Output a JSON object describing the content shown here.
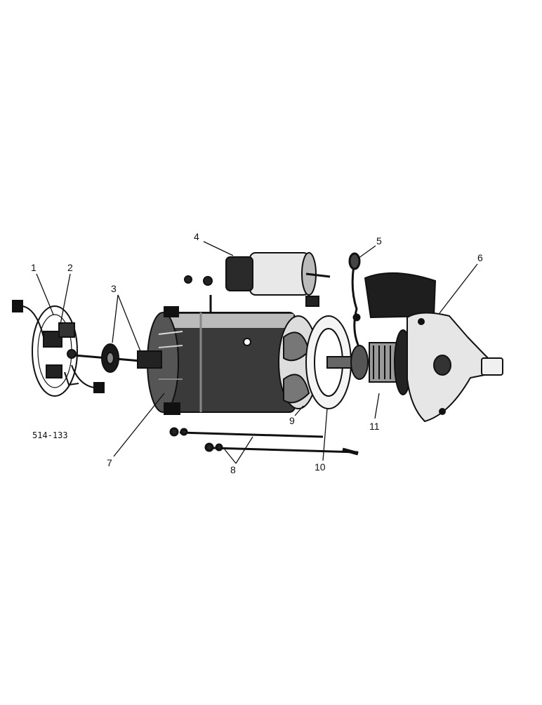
{
  "figure": {
    "code": "514-133",
    "ink_color": "#111111",
    "paper_color": "#ffffff"
  },
  "callouts": [
    {
      "label": "1",
      "part": "brush-plate"
    },
    {
      "label": "2",
      "part": "brush"
    },
    {
      "label": "3",
      "part": "commutator-end-bearing"
    },
    {
      "label": "4",
      "part": "solenoid-switch"
    },
    {
      "label": "5",
      "part": "shift-lever"
    },
    {
      "label": "6",
      "part": "drive-housing"
    },
    {
      "label": "7",
      "part": "armature-field-frame"
    },
    {
      "label": "8",
      "part": "through-bolts"
    },
    {
      "label": "9",
      "part": "field-coils"
    },
    {
      "label": "10",
      "part": "center-bearing-plate"
    },
    {
      "label": "11",
      "part": "drive-pinion"
    }
  ]
}
